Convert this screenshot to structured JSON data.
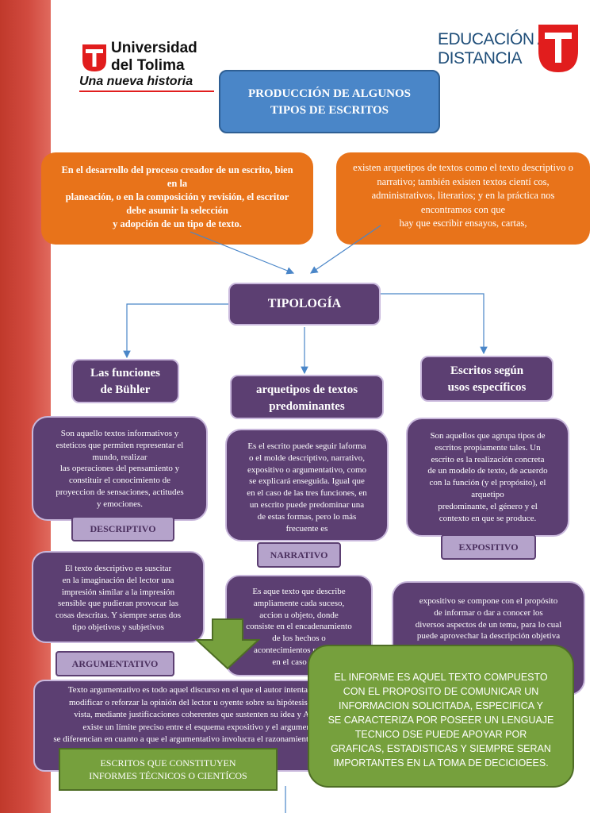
{
  "logos": {
    "left_name_line1": "Universidad",
    "left_name_line2": "del Tolima",
    "left_tagline": "Una nueva historia",
    "right_line1": "EDUCACIÓN A",
    "right_line2": "DISTANCIA",
    "brand_color": "#e11d1d"
  },
  "title": "PRODUCCIÓN DE ALGUNOS\nTIPOS DE ESCRITOS",
  "intro_left": "En el desarrollo del proceso creador de un escrito, bien en la\nplaneación, o en la composición y revisión, el escritor debe asumir la selección\ny adopción de un tipo de texto.",
  "intro_right": "existen arquetipos de textos como el texto descriptivo o narrativo; también existen textos cientí cos, administrativos, literarios; y en la práctica nos encontramos con que\nhay que escribir ensayos, cartas,",
  "tipologia": "TIPOLOGÍA",
  "col1": {
    "heading": "Las funciones\nde Bühler",
    "body": "Son aquello textos informativos y\nesteticos que permiten representar el\nmundo, realizar\nlas operaciones del pensamiento y\nconstituir el conocimiento de\nproyeccion de sensaciones, actitudes\ny emociones.",
    "label": "DESCRIPTIVO",
    "body2": "El texto descriptivo es suscitar\nen la imaginación del lector una\nimpresión similar a la impresión\nsensible que pudieran provocar las\ncosas descritas. Y siempre seras dos\ntipo objetivos y subjetivos",
    "label2": "ARGUMENTATIVO"
  },
  "col2": {
    "heading": "arquetipos de textos\npredominantes",
    "body": "Es el  escrito puede seguir laforma\no el molde descriptivo, narrativo,\nexpositivo o argumentativo, como\nse explicará enseguida. Igual que\nen el caso de las tres funciones, en\nun escrito puede predominar una\nde estas formas, pero lo más\nfrecuente es",
    "label": "NARRATIVO",
    "body2": "Es aque texto que describe\nampliamente cada suceso,\naccion u objeto, donde\nconsiste en el encadenamiento\nde los hechos o\nacontecimientos relatados\nen el caso de la"
  },
  "col3": {
    "heading": "Escritos según\nusos específicos",
    "body": "Son aquellos que agrupa tipos de\nescritos propiamente tales. Un\nescrito es la realización concreta\nde un modelo de texto, de acuerdo\ncon la función (y el propósito), el\narquetipo\npredominante, el género y el\ncontexto en que se produce.",
    "label": "EXPOSITIVO",
    "body2": "expositivo se compone con el propósito\nde informar o dar a conocer los\ndiversos aspectos de un tema, para lo cual\npuede aprovechar la descripción objetiva"
  },
  "argumentativo_body": "Texto argumentativo es todo aquel discurso en el que el autor intenta convencer,\nmodificar o reforzar la opinión del lector u oyente sobre su hipótesis o punto de\nvista, mediante justificaciones coherentes que sustenten su idea y Aunque no\nexiste un límite preciso entre el esquema expositivo y el argumentativo,\nse diferencian en cuanto a que el argumentativo involucra el razonamiento que se da a la",
  "escritos_box": "ESCRITOS QUE CONSTITUYEN\nINFORMES TÉCNICOS O CIENTÍCOS",
  "informe_box": "EL INFORME ES AQUEL TEXTO COMPUESTO\nCON EL PROPOSITO DE COMUNICAR  UN\nINFORMACION SOLICITADA, ESPECIFICA Y\nSE CARACTERIZA POR POSEER UN LENGUAJE\nTECNICO DSE PUEDE APOYAR POR\nGRAFICAS, ESTADISTICAS Y SIEMPRE SERAN\nIMPORTANTES EN LA TOMA DE DECICIOEES."
}
